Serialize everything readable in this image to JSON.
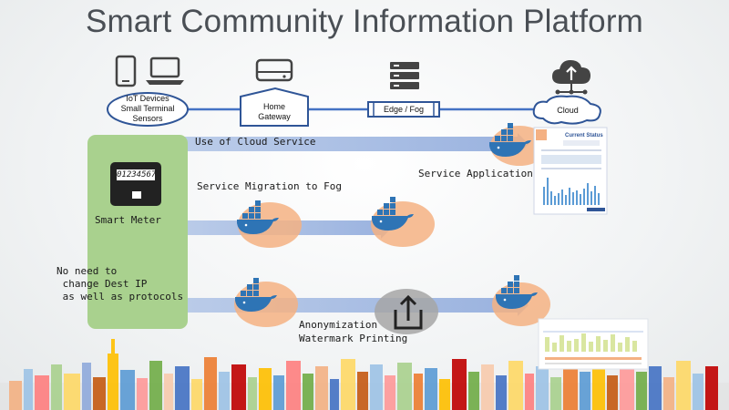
{
  "title": "Smart Community Information Platform",
  "nodes": {
    "iot": [
      "IoT Devices",
      "Small Terminal",
      "Sensors"
    ],
    "gateway": [
      "Home",
      "Gateway"
    ],
    "edge": "Edge / Fog",
    "cloud": "Cloud"
  },
  "smart_meter": {
    "display": "01234567",
    "label": "Smart Meter"
  },
  "labels": {
    "use_cloud": "Use of  Cloud Service",
    "service_application": "Service Application",
    "migration": "Service Migration to Fog",
    "no_need": [
      "No need to",
      " change Dest IP",
      " as well as protocols"
    ],
    "anonymization": [
      "Anonymization",
      "Watermark Printing"
    ]
  },
  "screenshot": {
    "title": "Current Status"
  },
  "colors": {
    "line_blue": "#4472c4",
    "arrow_blue": "#8faadc",
    "meter_green": "#a9d18e",
    "orange": "#f4b183",
    "gray": "#a6a6a6",
    "docker_blue": "#2e74b5"
  },
  "icons": [
    "smartphone-icon",
    "laptop-icon",
    "home-gateway-icon",
    "server-rack-icon",
    "cloud-upload-icon",
    "docker-whale-icon",
    "export-icon"
  ]
}
